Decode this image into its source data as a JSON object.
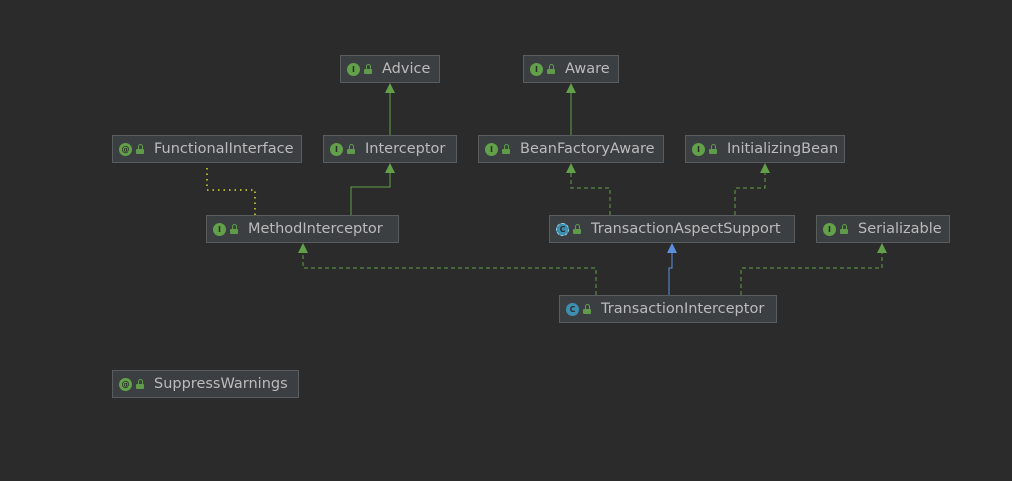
{
  "colors": {
    "background": "#2b2b2b",
    "node_fill": "#3c3f41",
    "node_border": "#5a5d5f",
    "text": "#bbbbbb",
    "interface_edge": "#62a04a",
    "annotation_edge": "#b0b020",
    "extends_edge": "#5e8fdd",
    "interface_icon": "#62a04a",
    "class_icon": "#3d8fb0"
  },
  "nodes": {
    "advice": {
      "label": "Advice",
      "kind": "interface",
      "kind_glyph": "I",
      "icon": "interface-icon"
    },
    "aware": {
      "label": "Aware",
      "kind": "interface",
      "kind_glyph": "I",
      "icon": "interface-icon"
    },
    "functional_interface": {
      "label": "FunctionalInterface",
      "kind": "annotation",
      "kind_glyph": "@",
      "icon": "annotation-icon"
    },
    "interceptor": {
      "label": "Interceptor",
      "kind": "interface",
      "kind_glyph": "I",
      "icon": "interface-icon"
    },
    "bean_factory_aware": {
      "label": "BeanFactoryAware",
      "kind": "interface",
      "kind_glyph": "I",
      "icon": "interface-icon"
    },
    "initializing_bean": {
      "label": "InitializingBean",
      "kind": "interface",
      "kind_glyph": "I",
      "icon": "interface-icon"
    },
    "method_interceptor": {
      "label": "MethodInterceptor",
      "kind": "interface",
      "kind_glyph": "I",
      "icon": "interface-icon"
    },
    "transaction_aspect_support": {
      "label": "TransactionAspectSupport",
      "kind": "abstract",
      "kind_glyph": "C",
      "icon": "abstract-class-icon"
    },
    "serializable": {
      "label": "Serializable",
      "kind": "interface",
      "kind_glyph": "I",
      "icon": "interface-icon"
    },
    "transaction_interceptor": {
      "label": "TransactionInterceptor",
      "kind": "class",
      "kind_glyph": "C",
      "icon": "class-icon"
    },
    "suppress_warnings": {
      "label": "SuppressWarnings",
      "kind": "annotation",
      "kind_glyph": "@",
      "icon": "annotation-icon"
    }
  },
  "edges": [
    {
      "from": "interceptor",
      "to": "advice",
      "style": "solid",
      "kind": "interface-extends"
    },
    {
      "from": "bean_factory_aware",
      "to": "aware",
      "style": "solid",
      "kind": "interface-extends"
    },
    {
      "from": "method_interceptor",
      "to": "interceptor",
      "style": "solid",
      "kind": "interface-extends"
    },
    {
      "from": "method_interceptor",
      "to": "functional_interface",
      "style": "dotted",
      "kind": "annotated-with"
    },
    {
      "from": "transaction_aspect_support",
      "to": "bean_factory_aware",
      "style": "dashed",
      "kind": "implements"
    },
    {
      "from": "transaction_aspect_support",
      "to": "initializing_bean",
      "style": "dashed",
      "kind": "implements"
    },
    {
      "from": "transaction_interceptor",
      "to": "transaction_aspect_support",
      "style": "solid",
      "kind": "extends"
    },
    {
      "from": "transaction_interceptor",
      "to": "method_interceptor",
      "style": "dashed",
      "kind": "implements"
    },
    {
      "from": "transaction_interceptor",
      "to": "serializable",
      "style": "dashed",
      "kind": "implements"
    }
  ]
}
